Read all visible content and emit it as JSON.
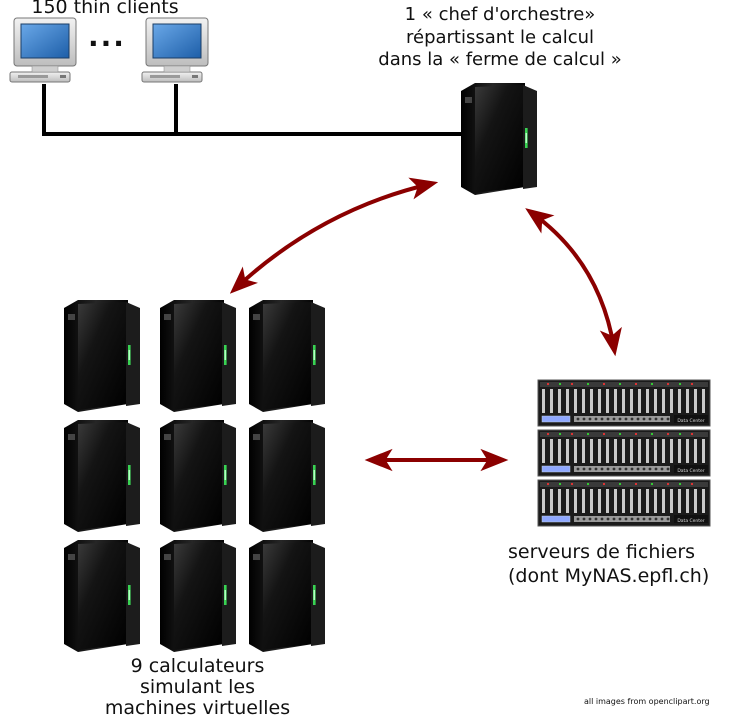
{
  "clients": {
    "label": "150 thin clients",
    "ellipsis": "..."
  },
  "orchestrator": {
    "lines": [
      "1 « chef d'orchestre»",
      "répartissant le calcul",
      "dans la « ferme de calcul »"
    ]
  },
  "file_servers": {
    "lines": [
      "serveurs de fichiers",
      "(dont MyNAS.epfl.ch)"
    ],
    "nas_badge": "Data Center"
  },
  "calculators": {
    "lines": [
      "9 calculateurs",
      "simulant les",
      "machines virtuelles"
    ]
  },
  "credit": "all images from openclipart.org",
  "colors": {
    "arrow": "#8b0000",
    "network": "#000000",
    "server_body": "#0d0d0d",
    "server_led": "#39d353",
    "monitor_screen": "#2f78c4"
  },
  "icons": [
    "desktop-computer-icon",
    "tower-server-icon",
    "rack-nas-icon"
  ]
}
